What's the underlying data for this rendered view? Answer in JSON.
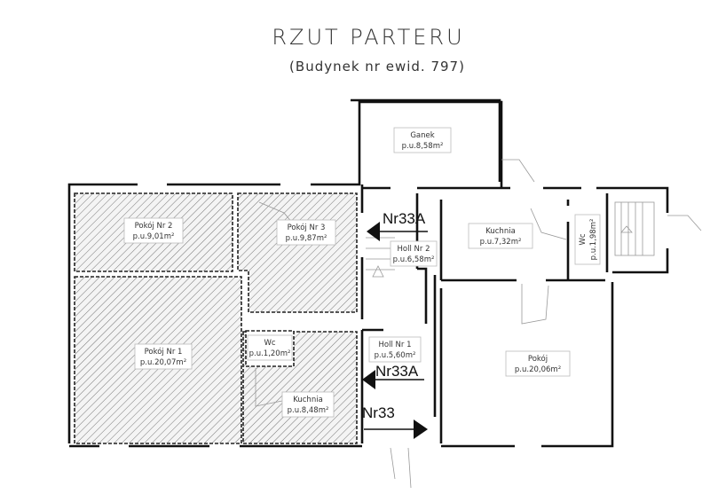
{
  "title": "RZUT PARTERU",
  "subtitle": "(Budynek nr ewid. 797)",
  "rooms": {
    "ganek": {
      "name": "Ganek",
      "area": "p.u.8,58m²"
    },
    "kuchnia_right": {
      "name": "Kuchnia",
      "area": "p.u.7,32m²"
    },
    "wc_right": {
      "name": "Wc",
      "area": "p.u.1,98m²"
    },
    "pokoj_right": {
      "name": "Pokój",
      "area": "p.u.20,06m²"
    },
    "pokoj2": {
      "name": "Pokój Nr 2",
      "area": "p.u.9,01m²"
    },
    "pokoj3": {
      "name": "Pokój Nr 3",
      "area": "p.u.9,87m²"
    },
    "holl2": {
      "name": "Holl Nr 2",
      "area": "p.u.6,58m²"
    },
    "pokoj1": {
      "name": "Pokój Nr 1",
      "area": "p.u.20,07m²"
    },
    "wc_left": {
      "name": "Wc",
      "area": "p.u.1,20m²"
    },
    "holl1": {
      "name": "Holl Nr 1",
      "area": "p.u.5,60m²"
    },
    "kuchnia_left": {
      "name": "Kuchnia",
      "area": "p.u.8,48m²"
    }
  },
  "markers": {
    "upper": "Nr33A",
    "middle": "Nr33A",
    "lower": "Nr33"
  }
}
